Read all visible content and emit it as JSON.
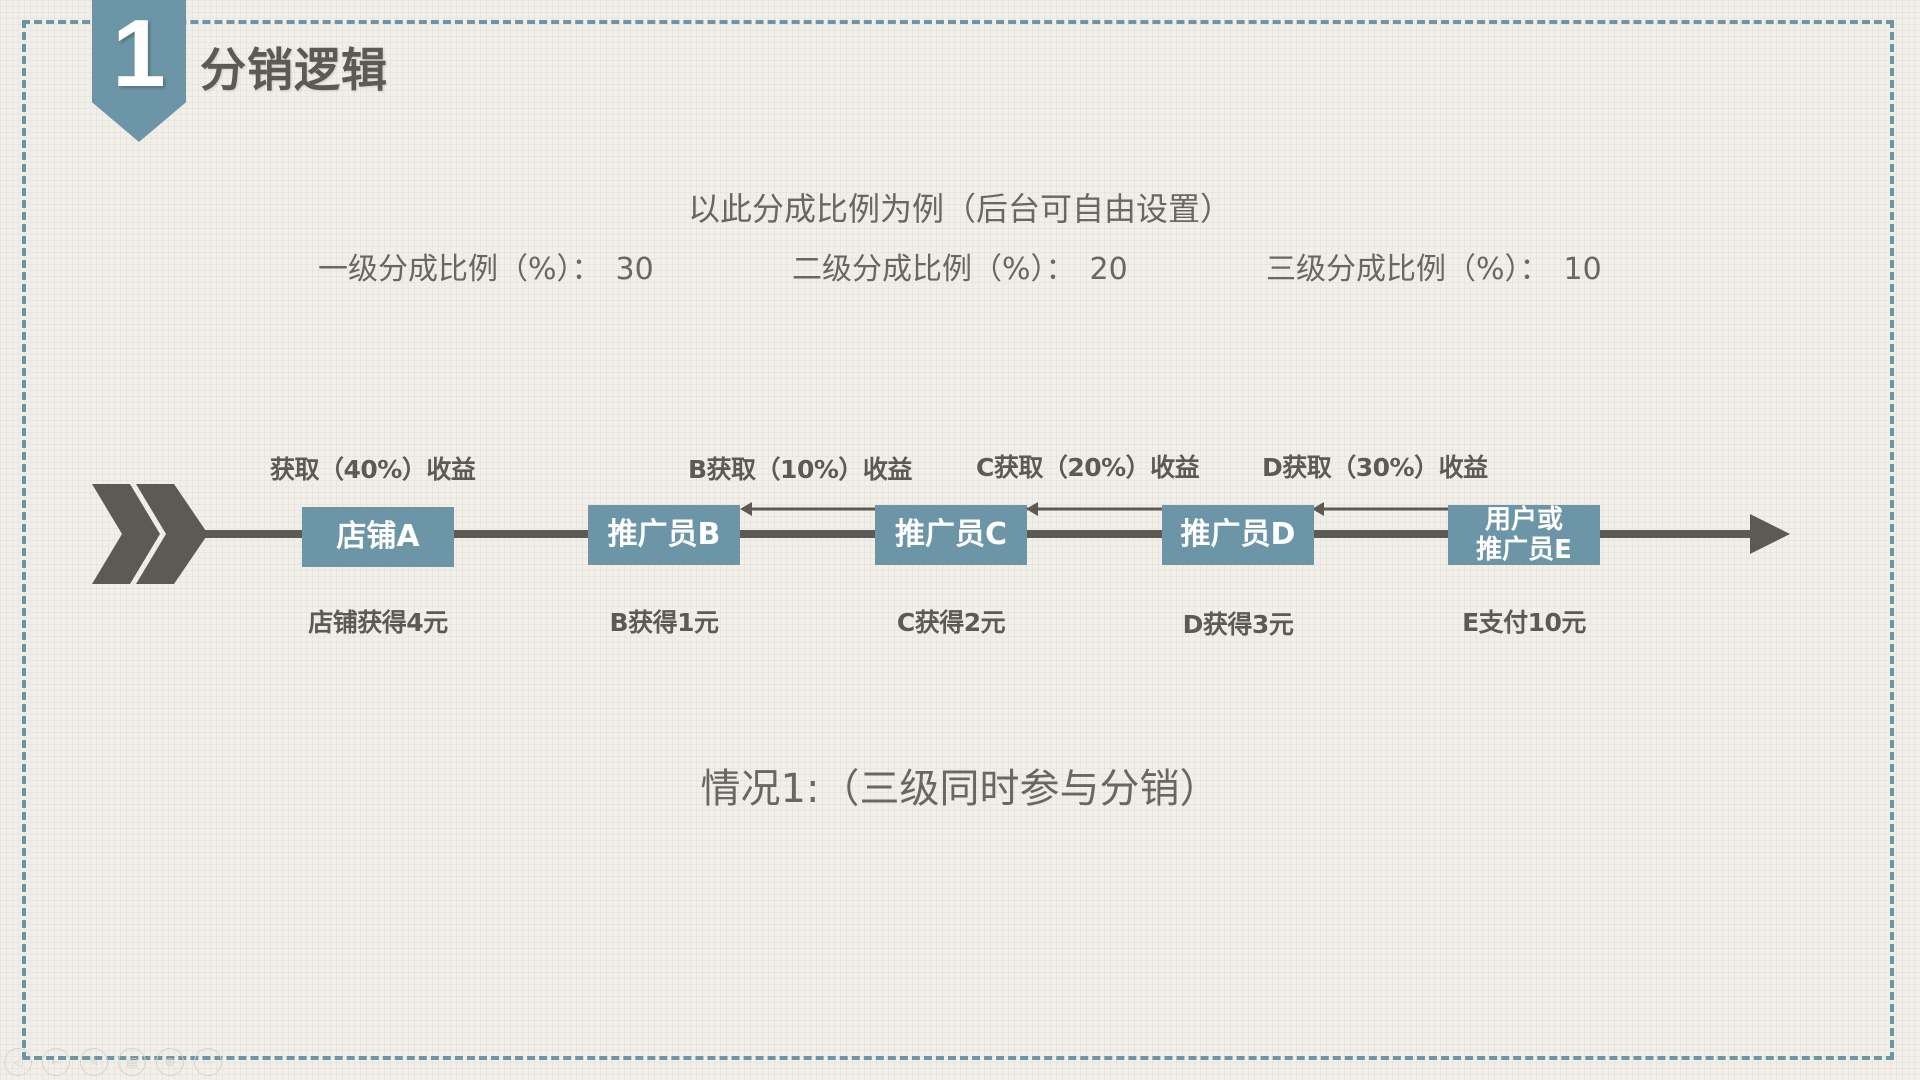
{
  "header": {
    "number": "1",
    "title": "分销逻辑"
  },
  "ratios": {
    "heading": "以此分成比例为例（后台可自由设置）",
    "level1": {
      "label": "一级分成比例（%）：",
      "value": "30"
    },
    "level2": {
      "label": "二级分成比例（%）：",
      "value": "20"
    },
    "level3": {
      "label": "三级分成比例（%）：",
      "value": "10"
    }
  },
  "nodes": {
    "a": "店铺A",
    "b": "推广员B",
    "c": "推广员C",
    "d": "推广员D",
    "e_line1": "用户或",
    "e_line2": "推广员E"
  },
  "gains": {
    "a": "获取（40%）收益",
    "b": "B获取（10%）收益",
    "c": "C获取（20%）收益",
    "d": "D获取（30%）收益"
  },
  "payouts": {
    "a": "店铺获得4元",
    "b": "B获得1元",
    "c": "C获得2元",
    "d": "D获得3元",
    "e": "E支付10元"
  },
  "case_label": "情况1:（三级同时参与分销）",
  "colors": {
    "accent": "#6c96a7",
    "line": "#5d5a56",
    "background": "#f2efe9"
  },
  "nav_icons": [
    "prev-icon",
    "back-icon",
    "pen-icon",
    "slides-icon",
    "zoom-icon",
    "more-icon"
  ]
}
